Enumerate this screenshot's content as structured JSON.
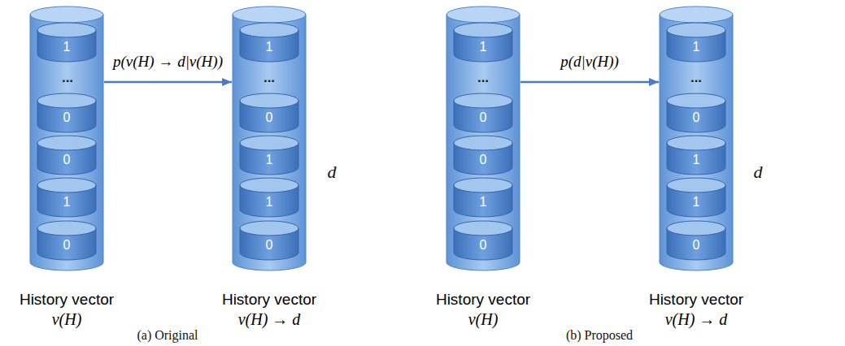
{
  "diagram": {
    "nodes": [
      {
        "text": [
          "History vector",
          "v(H)"
        ]
      },
      {
        "text": [
          "1"
        ],
        "in": 0
      },
      {
        "text": [
          "0"
        ],
        "in": 0
      },
      {
        "text": [
          "0"
        ],
        "in": 0
      },
      {
        "text": [
          "1"
        ],
        "in": 0
      },
      {
        "text": [
          "0"
        ],
        "in": 0
      },
      {
        "text": [
          "History vector",
          "v(H) → d"
        ]
      },
      {
        "text": [
          "1"
        ],
        "in": 6
      },
      {
        "text": [
          "0"
        ],
        "in": 6
      },
      {
        "text": [
          "1"
        ],
        "in": 6
      },
      {
        "text": [
          "1"
        ],
        "in": 6
      },
      {
        "text": [
          "0"
        ],
        "in": 6
      },
      {
        "text": [
          "History vector",
          "v(H)"
        ]
      },
      {
        "text": [
          "1"
        ],
        "in": 12
      },
      {
        "text": [
          "0"
        ],
        "in": 12
      },
      {
        "text": [
          "0"
        ],
        "in": 12
      },
      {
        "text": [
          "1"
        ],
        "in": 12
      },
      {
        "text": [
          "0"
        ],
        "in": 12
      },
      {
        "text": [
          "History vector",
          "v(H) → d"
        ]
      },
      {
        "text": [
          "1"
        ],
        "in": 18
      },
      {
        "text": [
          "0"
        ],
        "in": 18
      },
      {
        "text": [
          "1"
        ],
        "in": 18
      },
      {
        "text": [
          "1"
        ],
        "in": 18
      },
      {
        "text": [
          "0"
        ],
        "in": 18
      }
    ],
    "edges": [
      {
        "from": 0,
        "to": 6,
        "arrow": "to",
        "label": "p(v(H) → d|v(H))"
      },
      {
        "from": 12,
        "to": 18,
        "arrow": "to",
        "label": "p(d|v(H))"
      }
    ],
    "labels": [
      "...",
      "...",
      "d",
      "(a) Original",
      "...",
      "...",
      "d",
      "(b) Proposed"
    ]
  }
}
